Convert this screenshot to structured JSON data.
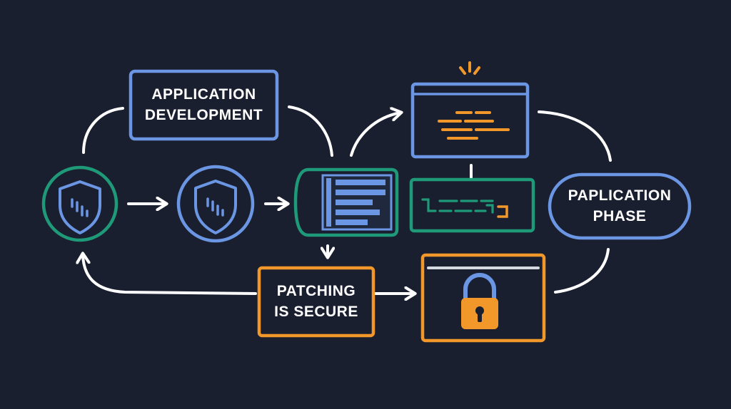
{
  "colors": {
    "background": "#1a1f30",
    "blue": "#6b96e3",
    "green": "#1f9a78",
    "orange": "#f2982b",
    "white": "#ffffff"
  },
  "nodes": {
    "app_dev": {
      "line1": "APPLICATION",
      "line2": "DEVELOPMENT"
    },
    "phase": {
      "line1": "PAPLICATION",
      "line2": "PHASE"
    },
    "patching": {
      "line1": "PATCHING",
      "line2": "IS SECURE"
    }
  },
  "icons": {
    "shield_green": "shield-icon",
    "shield_blue": "shield-icon",
    "server_tag": "server-list-icon",
    "code_window": "code-window-icon",
    "terminal_panel": "terminal-icon",
    "lock_window": "padlock-icon",
    "spark": "spark-icon"
  }
}
